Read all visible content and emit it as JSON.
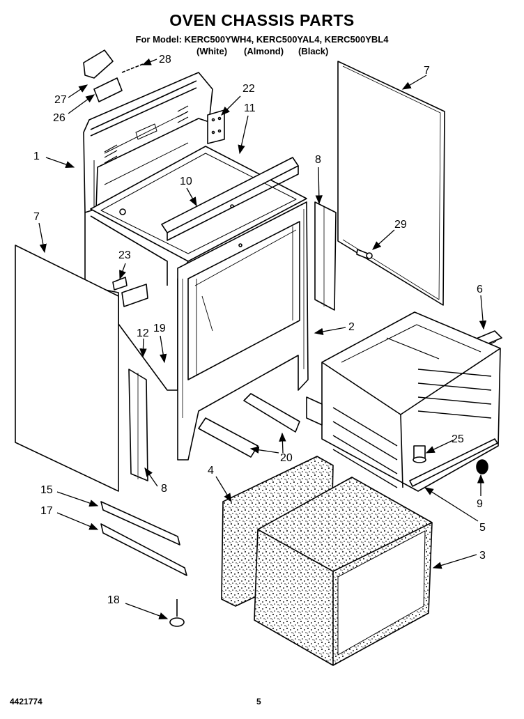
{
  "title": "OVEN CHASSIS PARTS",
  "models": "For Model: KERC500YWH4, KERC500YAL4, KERC500YBL4",
  "colors": [
    "(White)",
    "(Almond)",
    "(Black)"
  ],
  "callouts": [
    "28",
    "27",
    "26",
    "22",
    "11",
    "7",
    "1",
    "7",
    "8",
    "10",
    "29",
    "23",
    "12",
    "19",
    "6",
    "2",
    "25",
    "8",
    "20",
    "4",
    "9",
    "15",
    "17",
    "5",
    "3",
    "18"
  ],
  "footer": {
    "doc_number": "4421774",
    "page_number": "5"
  }
}
